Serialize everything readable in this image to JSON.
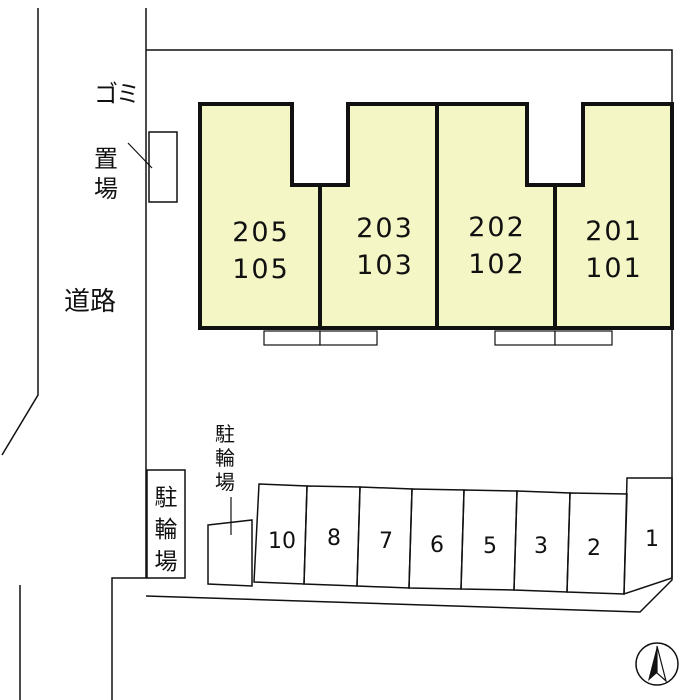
{
  "labels": {
    "garbage_area": [
      "ゴ",
      "ミ",
      "置",
      "場"
    ],
    "road": "道路",
    "bicycle_parking_left": [
      "駐",
      "輪",
      "場"
    ],
    "bicycle_parking_top": [
      "駐",
      "輪",
      "場"
    ]
  },
  "units": [
    {
      "upper": "205",
      "lower": "105"
    },
    {
      "upper": "203",
      "lower": "103"
    },
    {
      "upper": "202",
      "lower": "102"
    },
    {
      "upper": "201",
      "lower": "101"
    }
  ],
  "parking_stalls": [
    "10",
    "8",
    "7",
    "6",
    "5",
    "3",
    "2",
    "1"
  ],
  "colors": {
    "building_fill": "#f4f6c6",
    "line": "#111111"
  },
  "north_arrow": {
    "icon": "north-arrow-icon"
  }
}
